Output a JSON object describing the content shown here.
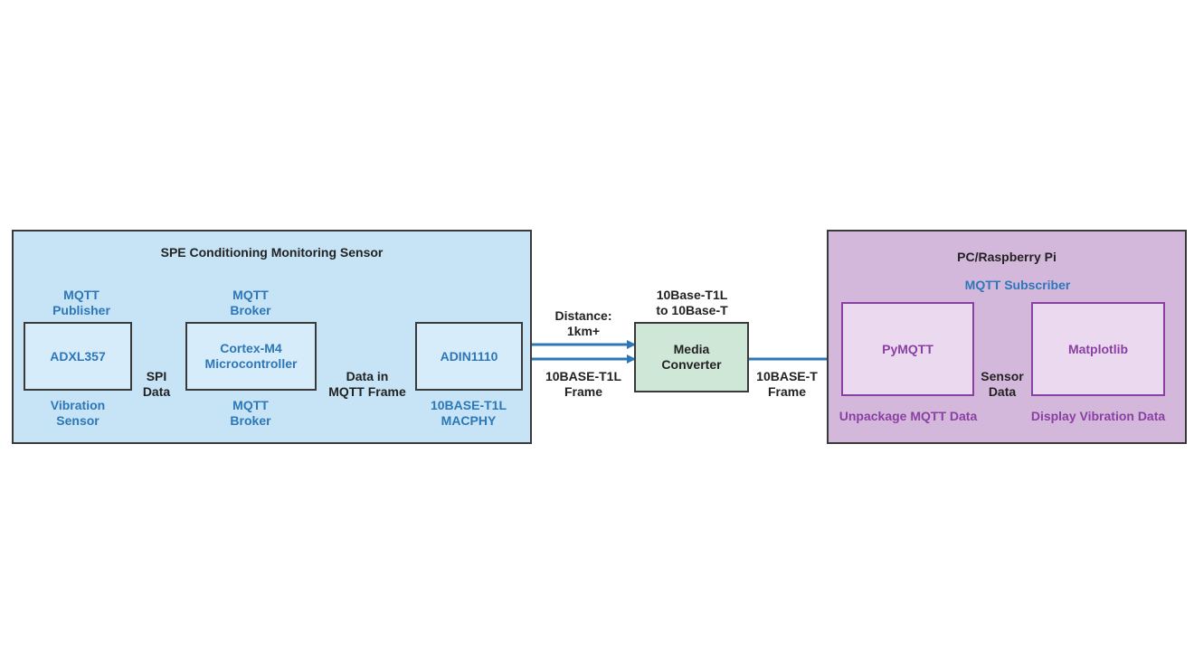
{
  "spe_group": {
    "title": "SPE Conditioning Monitoring Sensor",
    "adxl": {
      "role_top": "MQTT\nPublisher",
      "name": "ADXL357",
      "role_bottom": "Vibration\nSensor"
    },
    "cortex": {
      "role_top": "MQTT\nBroker",
      "name": "Cortex-M4\nMicrocontroller",
      "role_bottom": "MQTT\nBroker"
    },
    "adin": {
      "name": "ADIN1110",
      "role_bottom": "10BASE-T1L\nMACPHY"
    },
    "link_spi": "SPI\nData",
    "link_mqtt_frame": "Data in\nMQTT Frame"
  },
  "link_distance": "Distance:\n1km+",
  "link_t1l_frame": "10BASE-T1L\nFrame",
  "media_converter": {
    "role_top": "10Base-T1L\nto 10Base-T",
    "name": "Media\nConverter"
  },
  "link_t_frame": "10BASE-T\nFrame",
  "pc_group": {
    "title": "PC/Raspberry Pi",
    "subscriber": "MQTT Subscriber",
    "pymqtt": {
      "name": "PyMQTT",
      "role_bottom": "Unpackage MQTT Data"
    },
    "matplotlib": {
      "name": "Matplotlib",
      "role_bottom": "Display Vibration Data"
    },
    "link_sensor_data": "Sensor\nData"
  },
  "colors": {
    "spe_fill": "#c6e4f6",
    "pc_fill": "#d4b8dc",
    "converter_fill": "#cfe7d7",
    "arrow": "#2d77b8",
    "blue_text": "#2d77b8",
    "purple_text": "#8a3fa2"
  }
}
